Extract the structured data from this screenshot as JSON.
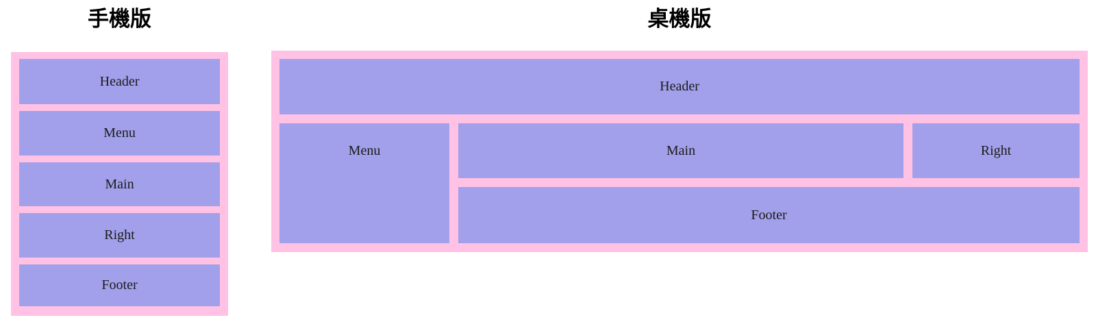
{
  "page": {
    "background": "#ffffff"
  },
  "colors": {
    "container_pink": "#ffc2e4",
    "box_purple": "#a2a0ea",
    "box_text": "#1b1b1b",
    "title_text": "#000000"
  },
  "sections": {
    "mobile": {
      "title": "手機版",
      "boxes": [
        {
          "label": "Header"
        },
        {
          "label": "Menu"
        },
        {
          "label": "Main"
        },
        {
          "label": "Right"
        },
        {
          "label": "Footer"
        }
      ]
    },
    "desktop": {
      "title": "桌機版",
      "boxes": {
        "header": {
          "label": "Header"
        },
        "menu": {
          "label": "Menu"
        },
        "main": {
          "label": "Main"
        },
        "right": {
          "label": "Right"
        },
        "footer": {
          "label": "Footer"
        }
      }
    }
  }
}
